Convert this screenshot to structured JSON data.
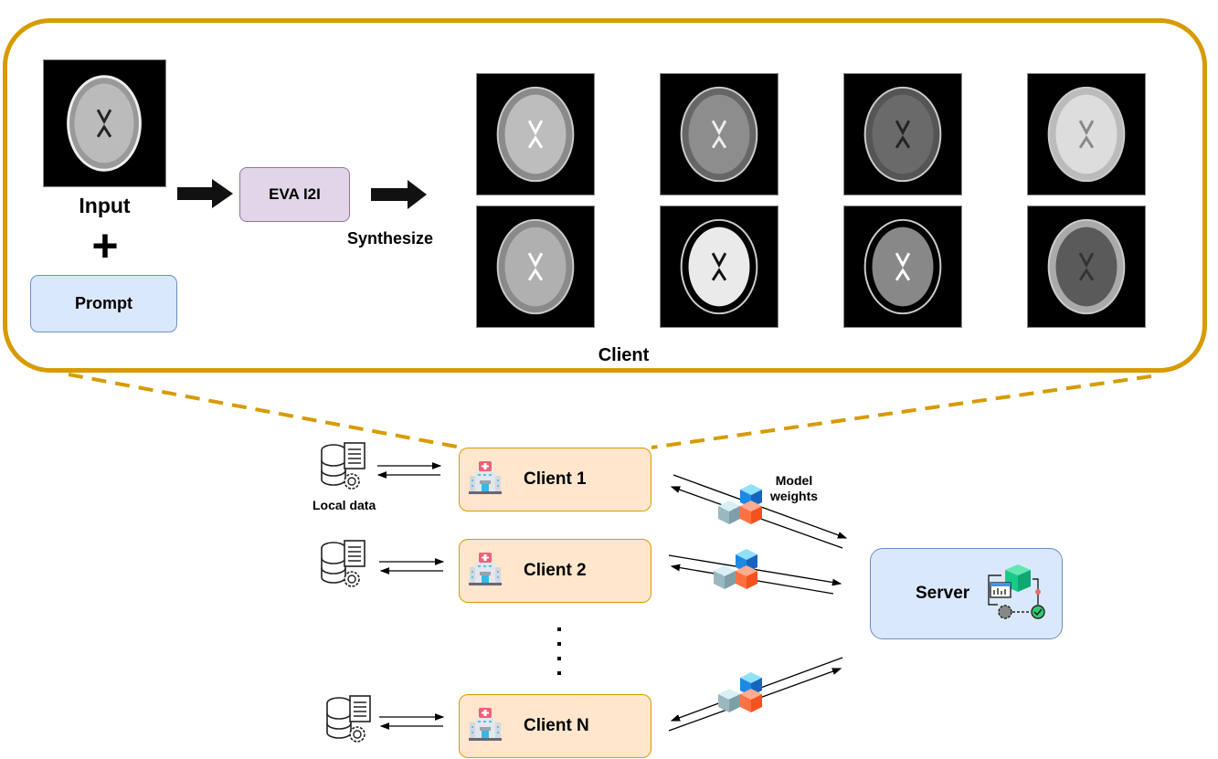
{
  "panel": {
    "title": "Client",
    "input_label": "Input",
    "plus_symbol": "+",
    "prompt_label": "Prompt",
    "model_label": "EVA I2I",
    "synthesize_label": "Synthesize",
    "synthesized_images": [
      {
        "name": "mri-t2-a"
      },
      {
        "name": "mri-t2-b"
      },
      {
        "name": "mri-flair"
      },
      {
        "name": "mri-pd"
      },
      {
        "name": "mri-t2-c"
      },
      {
        "name": "mri-dwi"
      },
      {
        "name": "mri-adc"
      },
      {
        "name": "mri-ct-like"
      }
    ]
  },
  "federation": {
    "local_data_label": "Local data",
    "clients": [
      {
        "label": "Client 1",
        "icon": "hospital-icon"
      },
      {
        "label": "Client 2",
        "icon": "hospital-icon"
      },
      {
        "label": "Client N",
        "icon": "hospital-icon"
      }
    ],
    "ellipsis": "⋮",
    "model_weights_label_line1": "Model",
    "model_weights_label_line2": "weights",
    "server_label": "Server"
  },
  "colors": {
    "panel_border": "#d79b00",
    "client_fill": "#ffe6cc",
    "prompt_fill": "#dae8fc",
    "model_fill": "#e1d5e7",
    "server_fill": "#dae8fc"
  }
}
